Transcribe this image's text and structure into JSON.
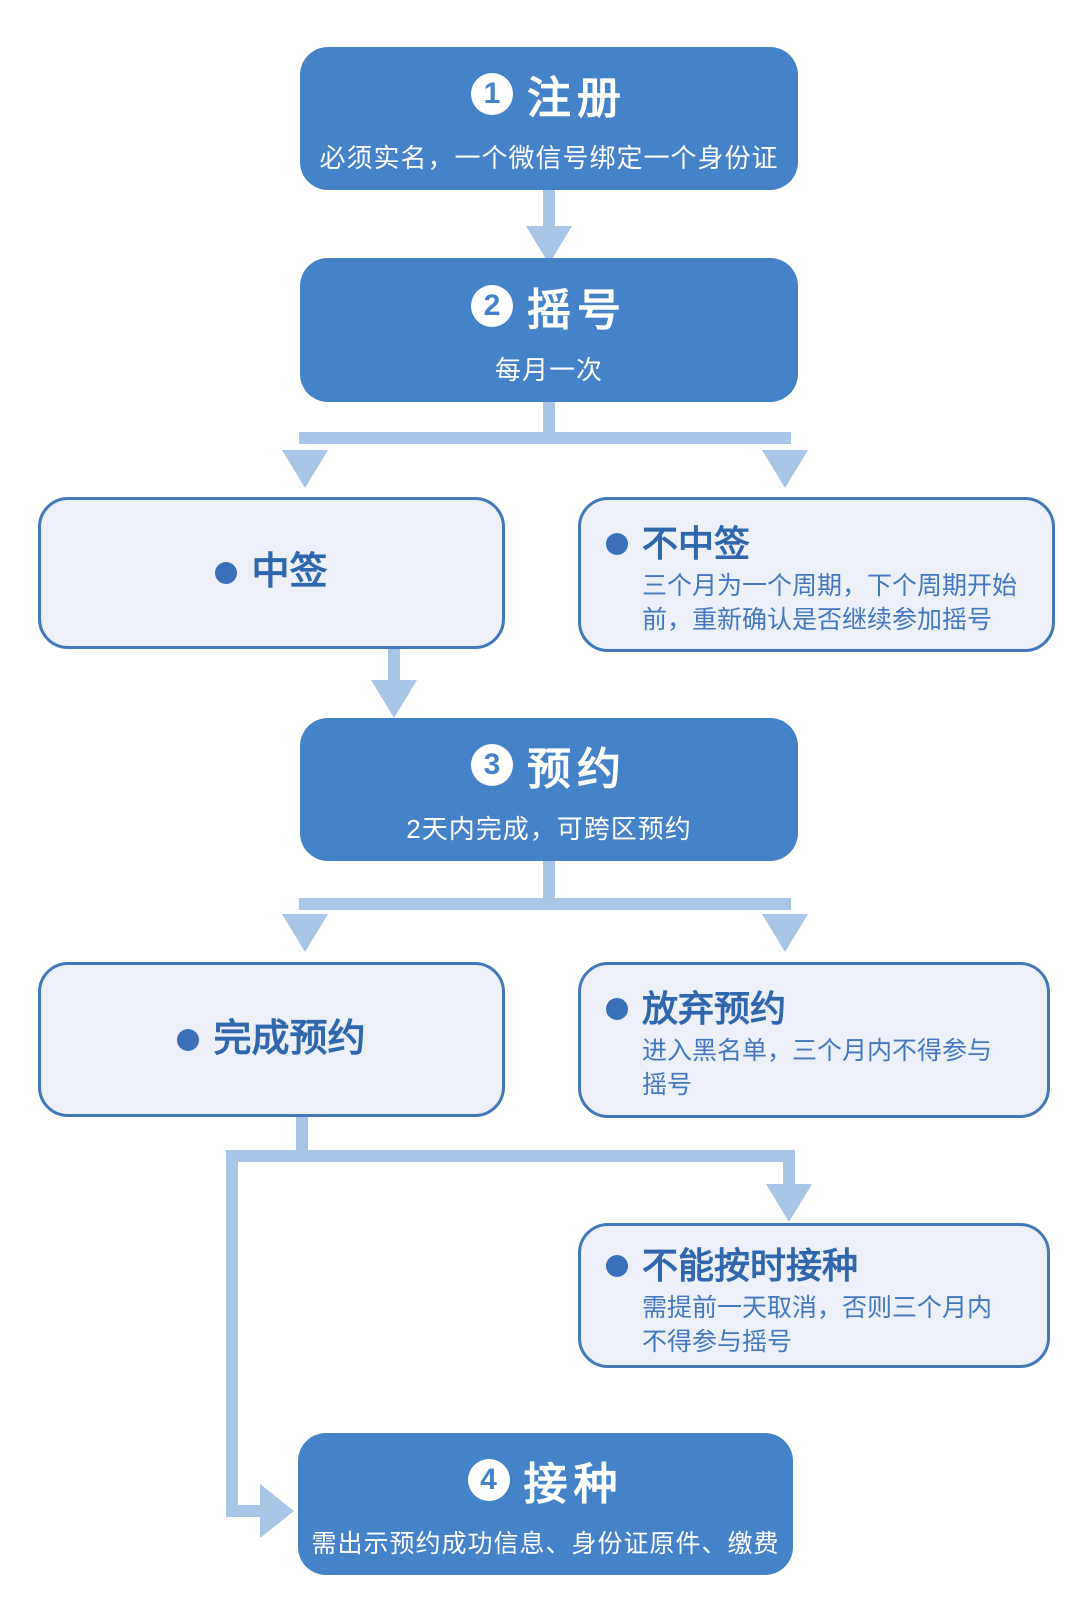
{
  "theme": {
    "background": "#ffffff",
    "primary_blue": "#4583C8",
    "arrow_blue": "#A8C4E7",
    "light_box_bg": "#EDEFF9",
    "light_box_border": "#4377B8",
    "title_text": "#2F67AD",
    "desc_text": "#4377BE",
    "bullet_blue": "#3A70B8"
  },
  "flow": {
    "steps": [
      {
        "number": "1",
        "title": "注册",
        "subtitle": "必须实名，一个微信号绑定一个身份证"
      },
      {
        "number": "2",
        "title": "摇号",
        "subtitle": "每月一次"
      },
      {
        "number": "3",
        "title": "预约",
        "subtitle": "2天内完成，可跨区预约"
      },
      {
        "number": "4",
        "title": "接种",
        "subtitle": "需出示预约成功信息、身份证原件、缴费"
      }
    ],
    "outcomes": [
      {
        "title": "中签",
        "description_lines": []
      },
      {
        "title": "不中签",
        "description_lines": [
          "三个月为一个周期，下个周期开始",
          "前，重新确认是否继续参加摇号"
        ]
      },
      {
        "title": "完成预约",
        "description_lines": []
      },
      {
        "title": "放弃预约",
        "description_lines": [
          "进入黑名单，三个月内不得参与",
          "摇号"
        ]
      },
      {
        "title": "不能按时接种",
        "description_lines": [
          "需提前一天取消，否则三个月内",
          "不得参与摇号"
        ]
      }
    ]
  }
}
